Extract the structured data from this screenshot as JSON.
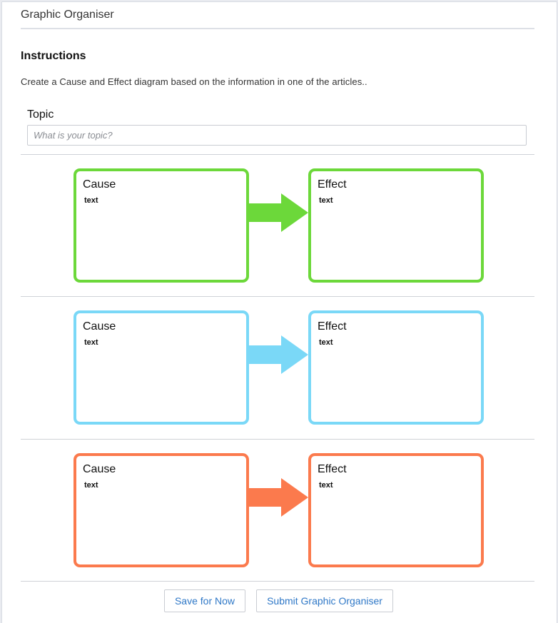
{
  "app": {
    "title": "Graphic Organiser"
  },
  "instructions": {
    "heading": "Instructions",
    "text": "Create a Cause and Effect diagram based on the information in one of the articles.."
  },
  "topic": {
    "label": "Topic",
    "placeholder": "What is your topic?",
    "value": ""
  },
  "rows": [
    {
      "color": "#6cd83a",
      "cause": {
        "title": "Cause",
        "text": "text"
      },
      "effect": {
        "title": "Effect",
        "text": "text"
      }
    },
    {
      "color": "#7ad8f7",
      "cause": {
        "title": "Cause",
        "text": "text"
      },
      "effect": {
        "title": "Effect",
        "text": "text"
      }
    },
    {
      "color": "#fb7a4d",
      "cause": {
        "title": "Cause",
        "text": "text"
      },
      "effect": {
        "title": "Effect",
        "text": "text"
      }
    }
  ],
  "icons": {
    "row_connector": "right-arrow-icon"
  },
  "buttons": {
    "save": "Save for Now",
    "submit": "Submit Graphic Organiser"
  }
}
